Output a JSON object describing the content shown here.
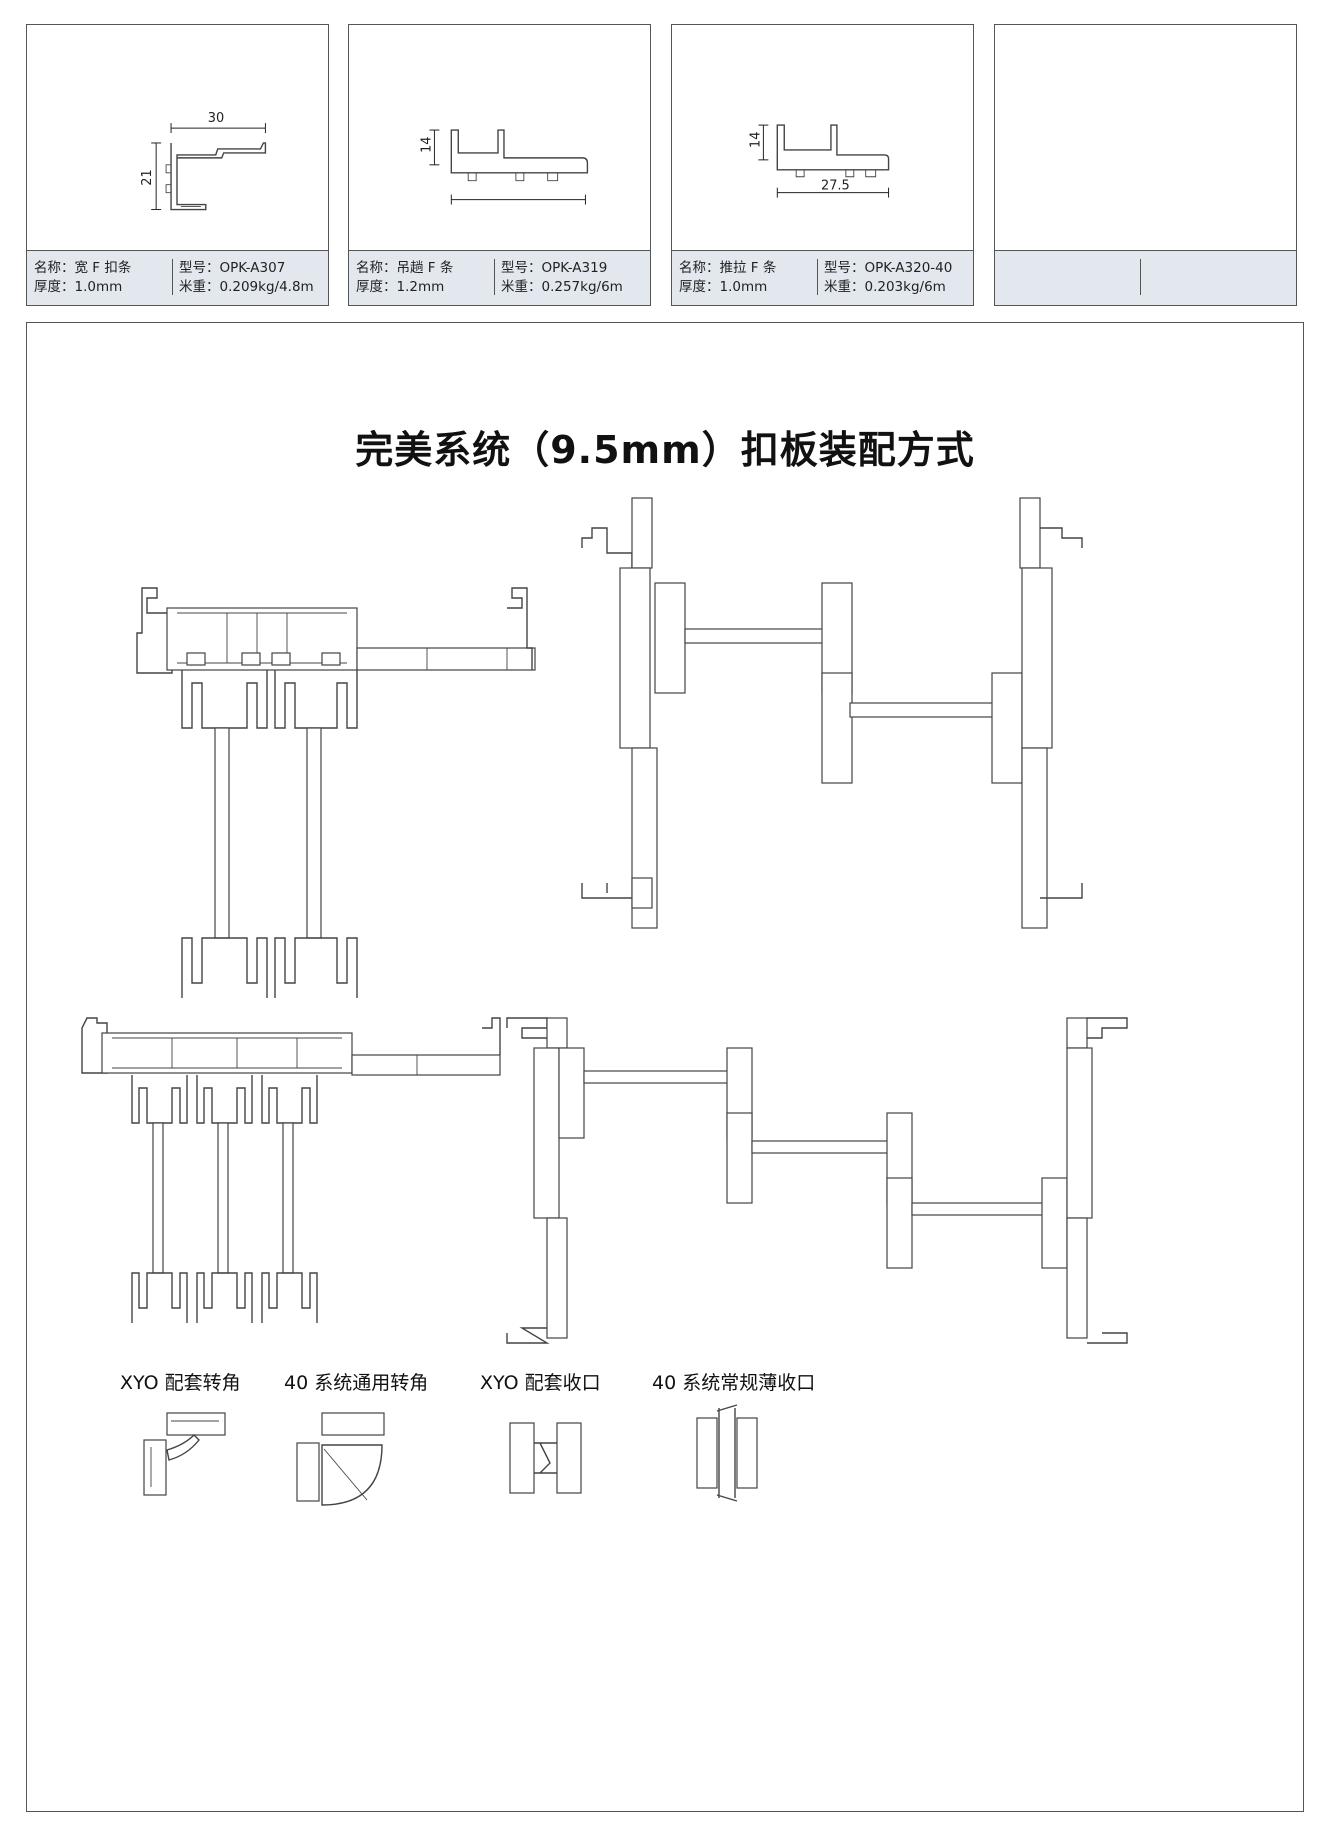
{
  "cards": [
    {
      "name_label": "名称：宽 F 扣条",
      "thickness_label": "厚度：1.0mm",
      "model_label": "型号：OPK-A307",
      "weight_label": "米重：0.209kg/4.8m",
      "dims": [
        "30",
        "21"
      ]
    },
    {
      "name_label": "名称：吊趟 F 条",
      "thickness_label": "厚度：1.2mm",
      "model_label": "型号：OPK-A319",
      "weight_label": "米重：0.257kg/6m",
      "dims": [
        "14"
      ]
    },
    {
      "name_label": "名称：推拉 F 条",
      "thickness_label": "厚度：1.0mm",
      "model_label": "型号：OPK-A320-40",
      "weight_label": "米重：0.203kg/6m",
      "dims": [
        "14",
        "27.5"
      ]
    },
    {
      "name_label": "",
      "thickness_label": "",
      "model_label": "",
      "weight_label": "",
      "dims": []
    }
  ],
  "panel": {
    "title": "完美系统（9.5mm）扣板装配方式",
    "captions": [
      "XYO 配套转角",
      "40 系统通用转角",
      "XYO 配套收口",
      "40 系统常规薄收口"
    ]
  }
}
